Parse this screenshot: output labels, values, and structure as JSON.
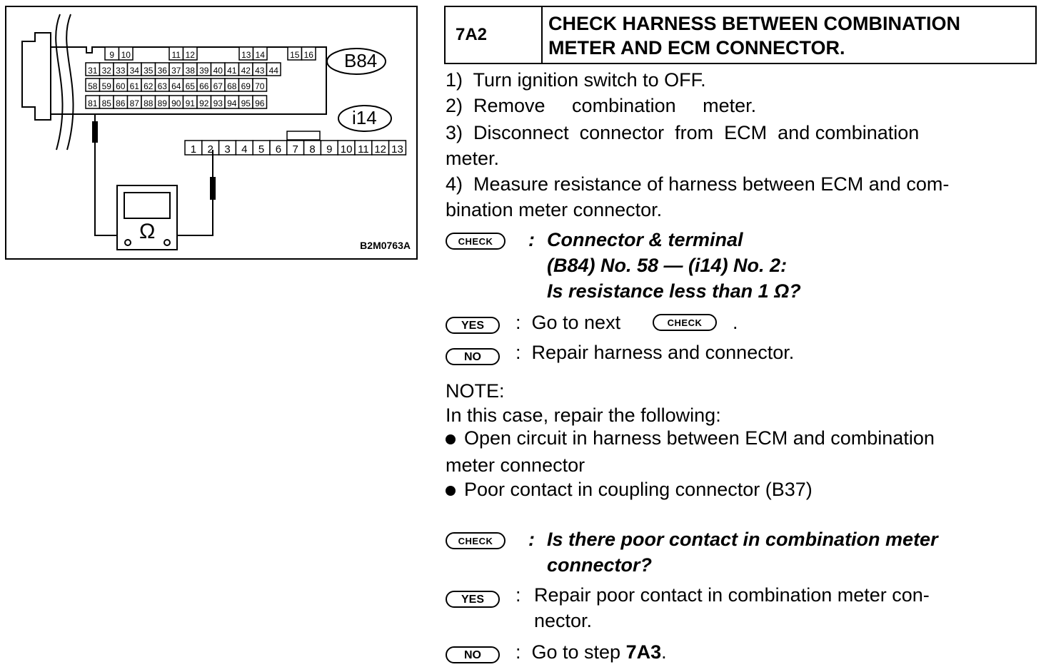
{
  "figure": {
    "id": "B2M0763A",
    "connector_b84": "B84",
    "connector_i14": "i14",
    "omega": "Ω",
    "b84_top": [
      "9",
      "10",
      "11",
      "12",
      "13",
      "14",
      "15",
      "16"
    ],
    "b84_row1": [
      "31",
      "32",
      "33",
      "34",
      "35",
      "36",
      "37",
      "38",
      "39",
      "40",
      "41",
      "42",
      "43",
      "44"
    ],
    "b84_row2": [
      "58",
      "59",
      "60",
      "61",
      "62",
      "63",
      "64",
      "65",
      "66",
      "67",
      "68",
      "69",
      "70"
    ],
    "b84_row3": [
      "81",
      "85",
      "86",
      "87",
      "88",
      "89",
      "90",
      "91",
      "92",
      "93",
      "94",
      "95",
      "96"
    ],
    "i14_pins": [
      "1",
      "2",
      "3",
      "4",
      "5",
      "6",
      "7",
      "8",
      "9",
      "10",
      "11",
      "12",
      "13"
    ]
  },
  "step": {
    "number": "7A2",
    "title_line1": "CHECK HARNESS BETWEEN COMBINATION",
    "title_line2": "METER AND ECM CONNECTOR."
  },
  "instructions": {
    "s1": "1)  Turn ignition switch to OFF.",
    "s2": "2)  Remove     combination     meter.",
    "s3a": "3)  Disconnect  connector  from  ECM  and combination",
    "s3b": "meter.",
    "s4a": "4)  Measure resistance of harness between ECM and com-",
    "s4b": "bination meter connector."
  },
  "check1": {
    "badge": "CHECK",
    "colon": ":",
    "line1": "Connector & terminal",
    "line2": "(B84) No. 58 — (i14) No. 2:",
    "line3": "Is resistance less than 1 Ω?"
  },
  "yes1": {
    "badge": "YES",
    "text": ":  Go to next",
    "inline_badge": "CHECK",
    "tail": "."
  },
  "no1": {
    "badge": "NO",
    "text": ":  Repair harness and connector."
  },
  "note": {
    "label": "NOTE:",
    "intro": "In this case, repair the following:",
    "b1a": "Open circuit in harness between ECM and combination",
    "b1b": "meter connector",
    "b2": "Poor contact in coupling connector (B37)"
  },
  "check2": {
    "badge": "CHECK",
    "colon": ":",
    "line1": "Is there poor contact in combination meter",
    "line2": "connector?"
  },
  "yes2": {
    "badge": "YES",
    "colon": ":",
    "line1": "Repair poor contact in combination meter con-",
    "line2": "nector."
  },
  "no2": {
    "badge": "NO",
    "text": ":  Go to step",
    "step": "7A3",
    "tail": "."
  }
}
